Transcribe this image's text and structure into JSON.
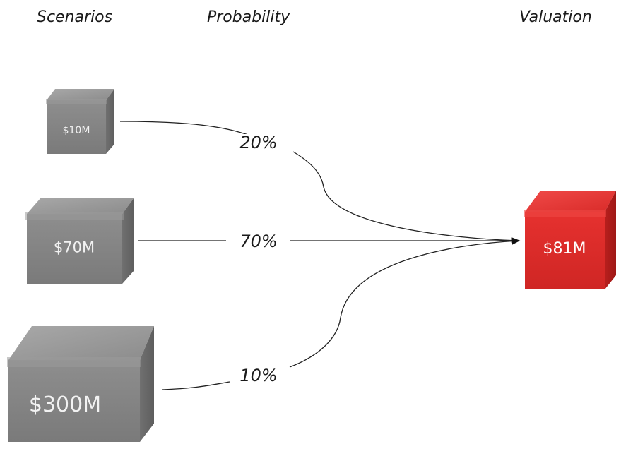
{
  "headers": {
    "scenarios": "Scenarios",
    "probability": "Probability",
    "valuation": "Valuation"
  },
  "scenarios": [
    {
      "value": "$10M",
      "probability": "20%"
    },
    {
      "value": "$70M",
      "probability": "70%"
    },
    {
      "value": "$300M",
      "probability": "10%"
    }
  ],
  "result": {
    "value": "$81M"
  },
  "colors": {
    "scenario_box": "#8a8a8a",
    "result_box": "#e0302f",
    "connector": "#222222"
  }
}
